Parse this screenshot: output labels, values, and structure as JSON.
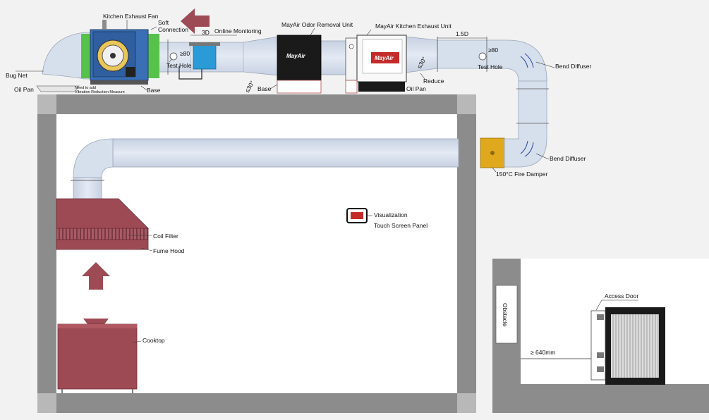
{
  "labels": {
    "kitchen_exhaust_fan": "Kitchen Exhaust Fan",
    "soft_connection_1": "Soft",
    "soft_connection_2": "Connection",
    "dim_3d": "3D",
    "online_monitoring": "Online Monitoring",
    "odor_removal_unit": "MayAir Odor Removal Unit",
    "kitchen_exhaust_unit": "MayAir Kitchen Exhaust Unit",
    "dim_1_5d": "1.5D",
    "bug_net": "Bug Net",
    "oil_pan_left": "Oil Pan",
    "vibration_note_1": "Need to add",
    "vibration_note_2": "Vibration Reduction Measure",
    "base_fan": "Base",
    "test_hole_left": "Test Hole",
    "ge80_left": "≥80",
    "angle_30_left": "≤30°",
    "base_unit": "Base",
    "oil_pan_right": "Oil Pan",
    "angle_30_right": "≤30°",
    "reduce": "Reduce",
    "test_hole_right": "Test Hole",
    "ge80_right": "≥80",
    "bend_diffuser_top": "Bend Diffuser",
    "bend_diffuser_bottom": "Bend Diffuser",
    "fire_damper": "150°C Fire Damper",
    "visualization_1": "Visualization",
    "visualization_2": "Touch Screen Panel",
    "coil_filter": "Coil Filter",
    "fume_hood": "Fume Hood",
    "cooktop": "Cooktop",
    "access_door": "Access Door",
    "obstacle": "Obstacle",
    "clearance": "≥ 640mm",
    "brand": "MayAir"
  },
  "colors": {
    "background": "#f2f2f2",
    "wall": "#8c8c8c",
    "duct": "#d6dfec",
    "duct_edge": "#9aa6b8",
    "hood_red": "#9e4a55",
    "fan_blue": "#3a6fb5",
    "fan_green": "#57c24a",
    "fire_damper": "#e0a81c",
    "unit_dark": "#1a1a1a",
    "monitor_blue": "#2a9bd6"
  }
}
